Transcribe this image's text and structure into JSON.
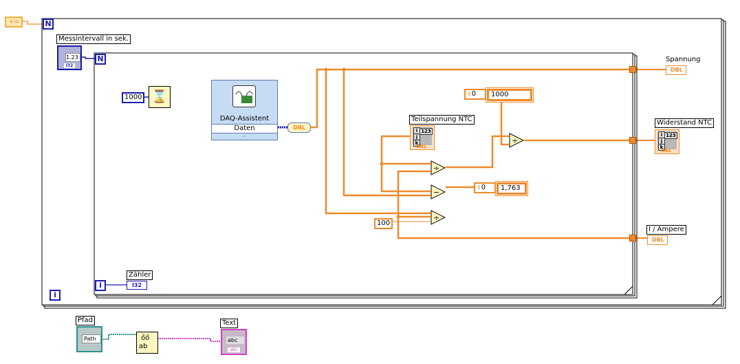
{
  "diagram": {
    "type": "LabVIEW block diagram",
    "colors": {
      "wire_dbl": "#f0892a",
      "wire_int": "#1a1ab0",
      "wire_path": "#2a9090",
      "wire_string": "#d040c0",
      "structure_border": "#000000"
    }
  },
  "outer_loop": {
    "count_constant": "+∞",
    "count_terminal": "N",
    "iteration_terminal": "i"
  },
  "control_messintervall": {
    "label": "Messintervall in sek.",
    "value_display": "1.23",
    "type": "I32"
  },
  "inner_loop": {
    "count_terminal": "N",
    "iteration_terminal": "i"
  },
  "wait_timer": {
    "constant": "1000",
    "icon": "metronome-icon"
  },
  "daq_assistant": {
    "title": "DAQ-Assistent",
    "output": "Daten",
    "expand_arrow": "⌄"
  },
  "convert_dynamic": {
    "label": "DBL"
  },
  "indicator_spannung": {
    "label": "Spannung",
    "type": "DBL"
  },
  "indicator_teilspannung": {
    "label": "Teilspannung NTC",
    "type": "DBL",
    "index_labels": [
      "i",
      "j",
      "k"
    ],
    "value_label": "123"
  },
  "indicator_widerstand": {
    "label": "Widerstand NTC",
    "type": "DBL",
    "index_labels": [
      "i",
      "j",
      "k"
    ],
    "value_label": "123"
  },
  "indicator_strom": {
    "label": "I / Ampere",
    "type": "DBL"
  },
  "constant_1000_array": {
    "index": "0",
    "value": "1000"
  },
  "constant_1763_array": {
    "index": "0",
    "value": "1,763"
  },
  "constant_100": {
    "value": "100"
  },
  "operators": [
    {
      "name": "divide",
      "symbol": "÷"
    },
    {
      "name": "divide",
      "symbol": "÷"
    },
    {
      "name": "subtract",
      "symbol": "−"
    },
    {
      "name": "divide",
      "symbol": "÷"
    }
  ],
  "indicator_zaehler": {
    "label": "Zähler",
    "type": "I32"
  },
  "control_pfad": {
    "label": "Pfad",
    "value_display": "Path"
  },
  "read_file": {
    "icon": "read-text-file-icon",
    "glyph_top": "őő",
    "glyph_bottom": "ab"
  },
  "indicator_text": {
    "label": "Text",
    "value_display": "abc",
    "type_tag": "abc"
  }
}
